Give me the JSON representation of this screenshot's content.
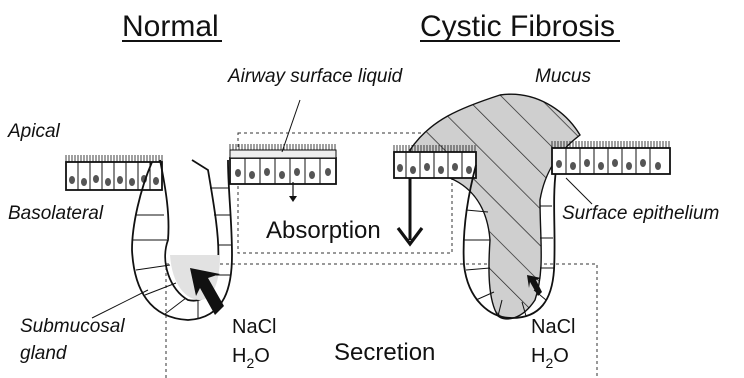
{
  "titles": {
    "normal": "Normal",
    "cf": "Cystic Fibrosis"
  },
  "labels": {
    "apical": "Apical",
    "basolateral": "Basolateral",
    "airway_surface_liquid": "Airway surface liquid",
    "mucus": "Mucus",
    "surface_epithelium": "Surface epithelium",
    "submucosal_gland_line1": "Submucosal",
    "submucosal_gland_line2": "gland",
    "absorption": "Absorption",
    "secretion": "Secretion"
  },
  "normal_side": {
    "nacl": "NaCl",
    "water_h": "H",
    "water_sub": "2",
    "water_o": "O"
  },
  "cf_side": {
    "nacl": "NaCl",
    "water_h": "H",
    "water_sub": "2",
    "water_o": "O"
  },
  "colors": {
    "ink": "#111111",
    "fluid": "#d8d8d8",
    "mucus": "#c8c8c8",
    "cell": "#ffffff"
  }
}
